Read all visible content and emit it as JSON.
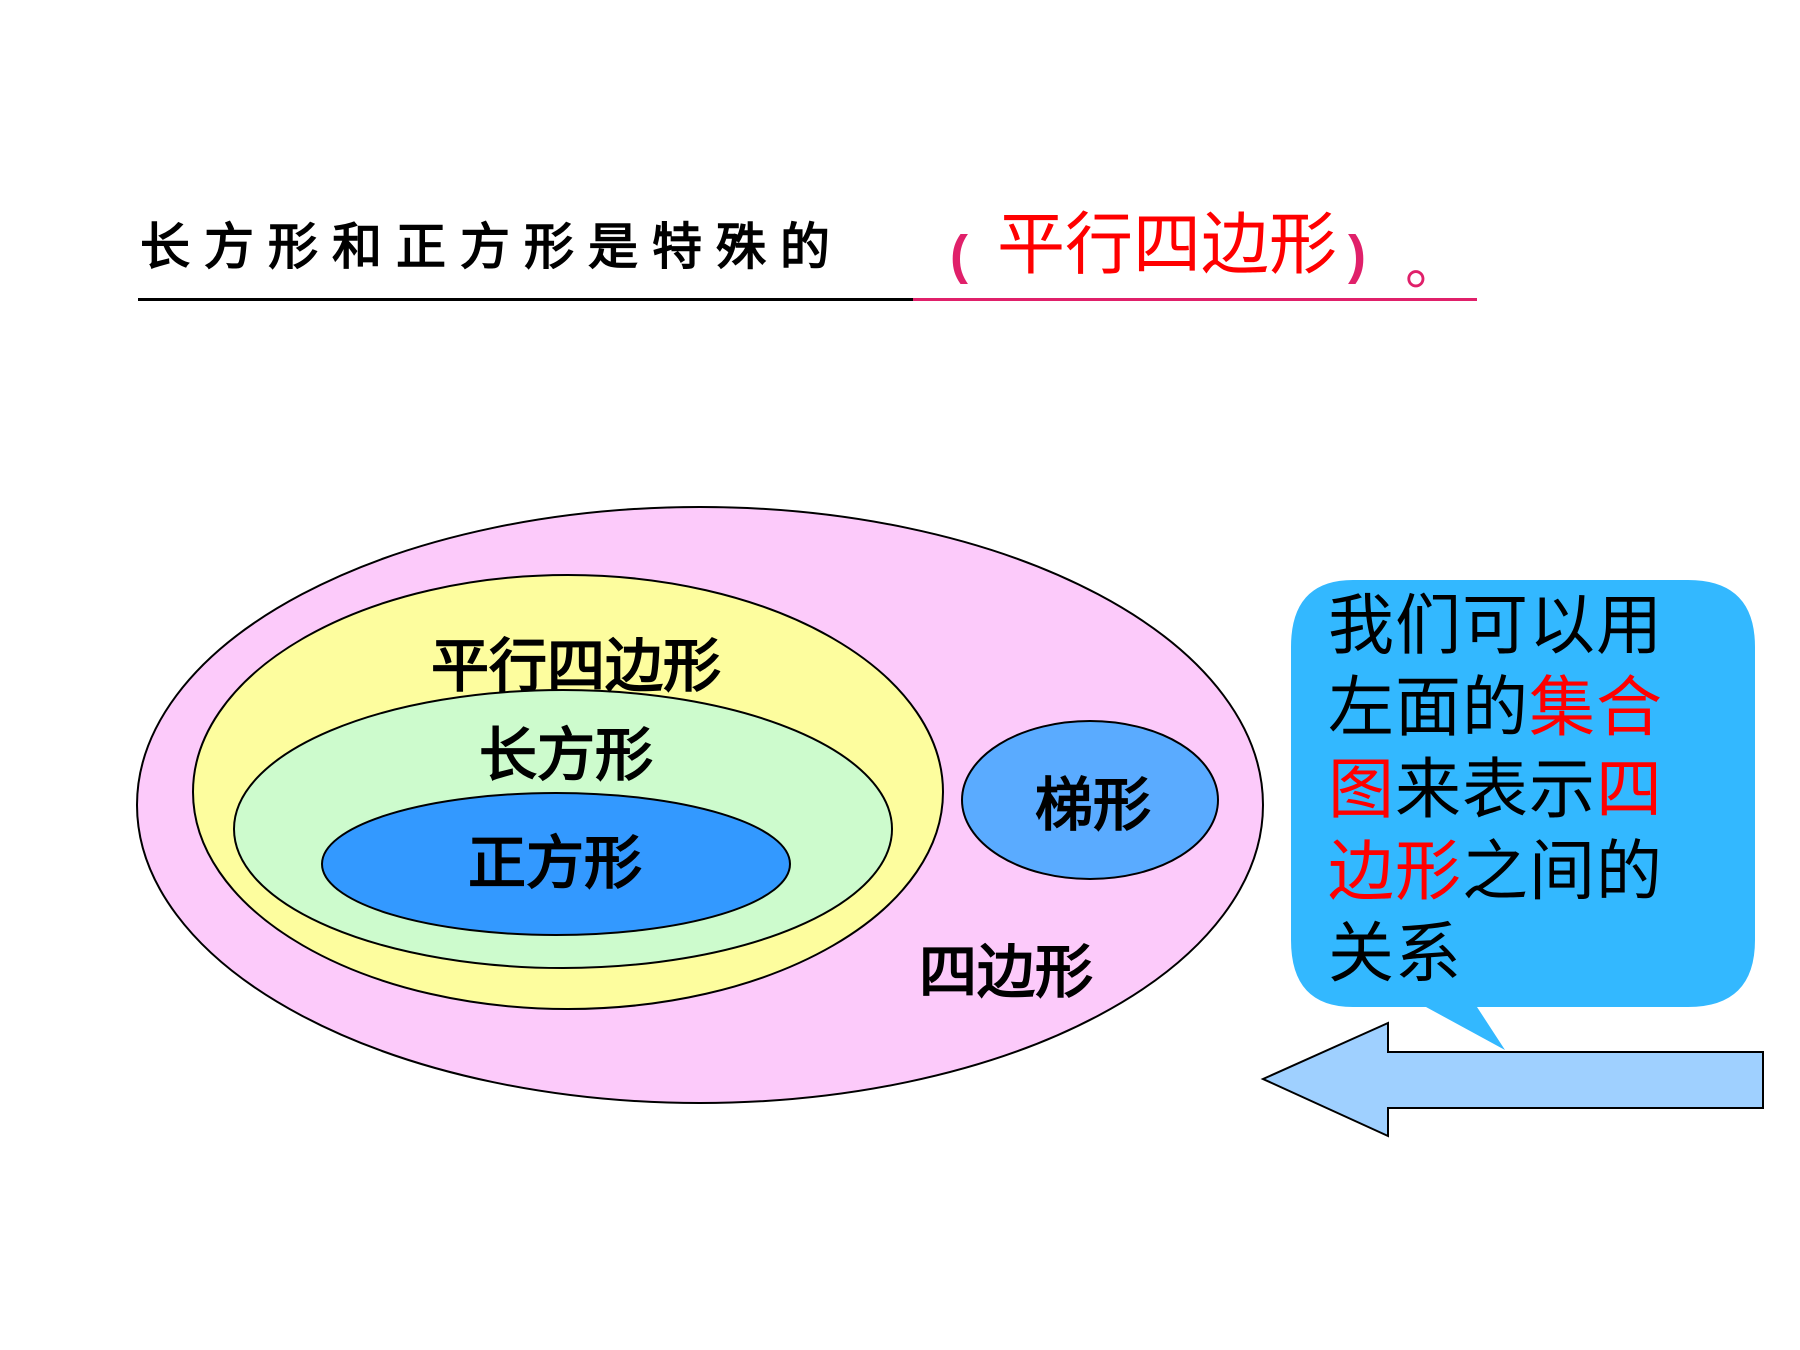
{
  "title": {
    "prefix": "长方形和正方形是特殊的",
    "paren_open": "(",
    "answer": "平行四边形",
    "paren_close": ")",
    "period": "。"
  },
  "sets": {
    "quadrilateral": "四边形",
    "parallelogram": "平行四边形",
    "rectangle": "长方形",
    "square": "正方形",
    "trapezoid": "梯形"
  },
  "callout": {
    "segments": [
      {
        "text": "我们可以用左面的",
        "highlight": false
      },
      {
        "text": "集合图",
        "highlight": true
      },
      {
        "text": "来表示",
        "highlight": false
      },
      {
        "text": "四边形",
        "highlight": true
      },
      {
        "text": "之间的关系",
        "highlight": false
      }
    ]
  },
  "colors": {
    "quadrilateral_fill": "#fccafa",
    "parallelogram_fill": "#fdfd9e",
    "rectangle_fill": "#cdfbcd",
    "square_fill": "#3399ff",
    "trapezoid_fill": "#5aabff",
    "callout_fill": "#33b8ff",
    "arrow_fill": "#9fd0ff",
    "highlight": "#ff0000",
    "title_accent": "#e0206a"
  }
}
